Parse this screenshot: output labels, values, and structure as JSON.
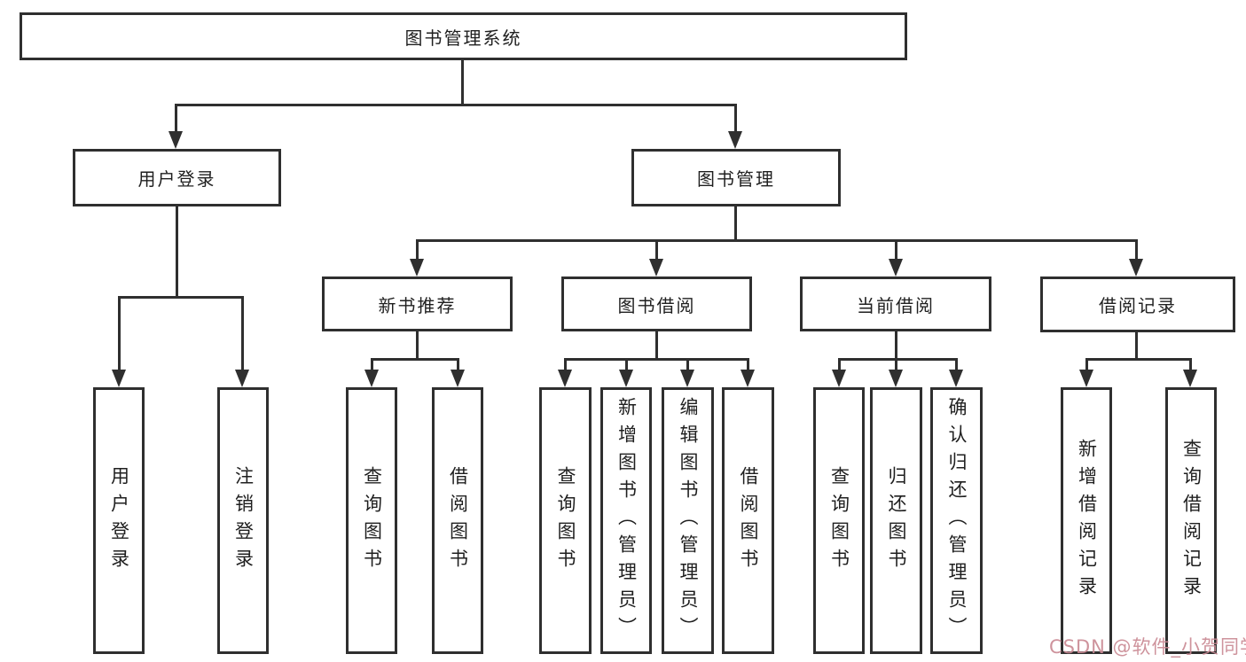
{
  "diagram": {
    "root": {
      "label": "图书管理系统"
    },
    "level2": {
      "user_login": {
        "label": "用户登录"
      },
      "book_mgmt": {
        "label": "图书管理"
      }
    },
    "level3": {
      "new_book": {
        "label": "新书推荐"
      },
      "book_borrow": {
        "label": "图书借阅"
      },
      "current_borrow": {
        "label": "当前借阅"
      },
      "borrow_records": {
        "label": "借阅记录"
      }
    },
    "leaves": {
      "user_login": "用户登录",
      "logout": "注销登录",
      "nb_query": "查询图书",
      "nb_borrow": "借阅图书",
      "bb_query": "查询图书",
      "bb_add": "新增图书（管理员）",
      "bb_edit": "编辑图书（管理员）",
      "bb_borrow": "借阅图书",
      "cb_query": "查询图书",
      "cb_return": "归还图书",
      "cb_confirm": "确认归还（管理员）",
      "br_add": "新增借阅记录",
      "br_query": "查询借阅记录"
    }
  },
  "watermark": {
    "text": "CSDN @软件_小贺同学",
    "color": "#ca8a94"
  },
  "colors": {
    "line": "#2f2f2f",
    "text": "#1f1f1f",
    "background": "#ffffff"
  }
}
